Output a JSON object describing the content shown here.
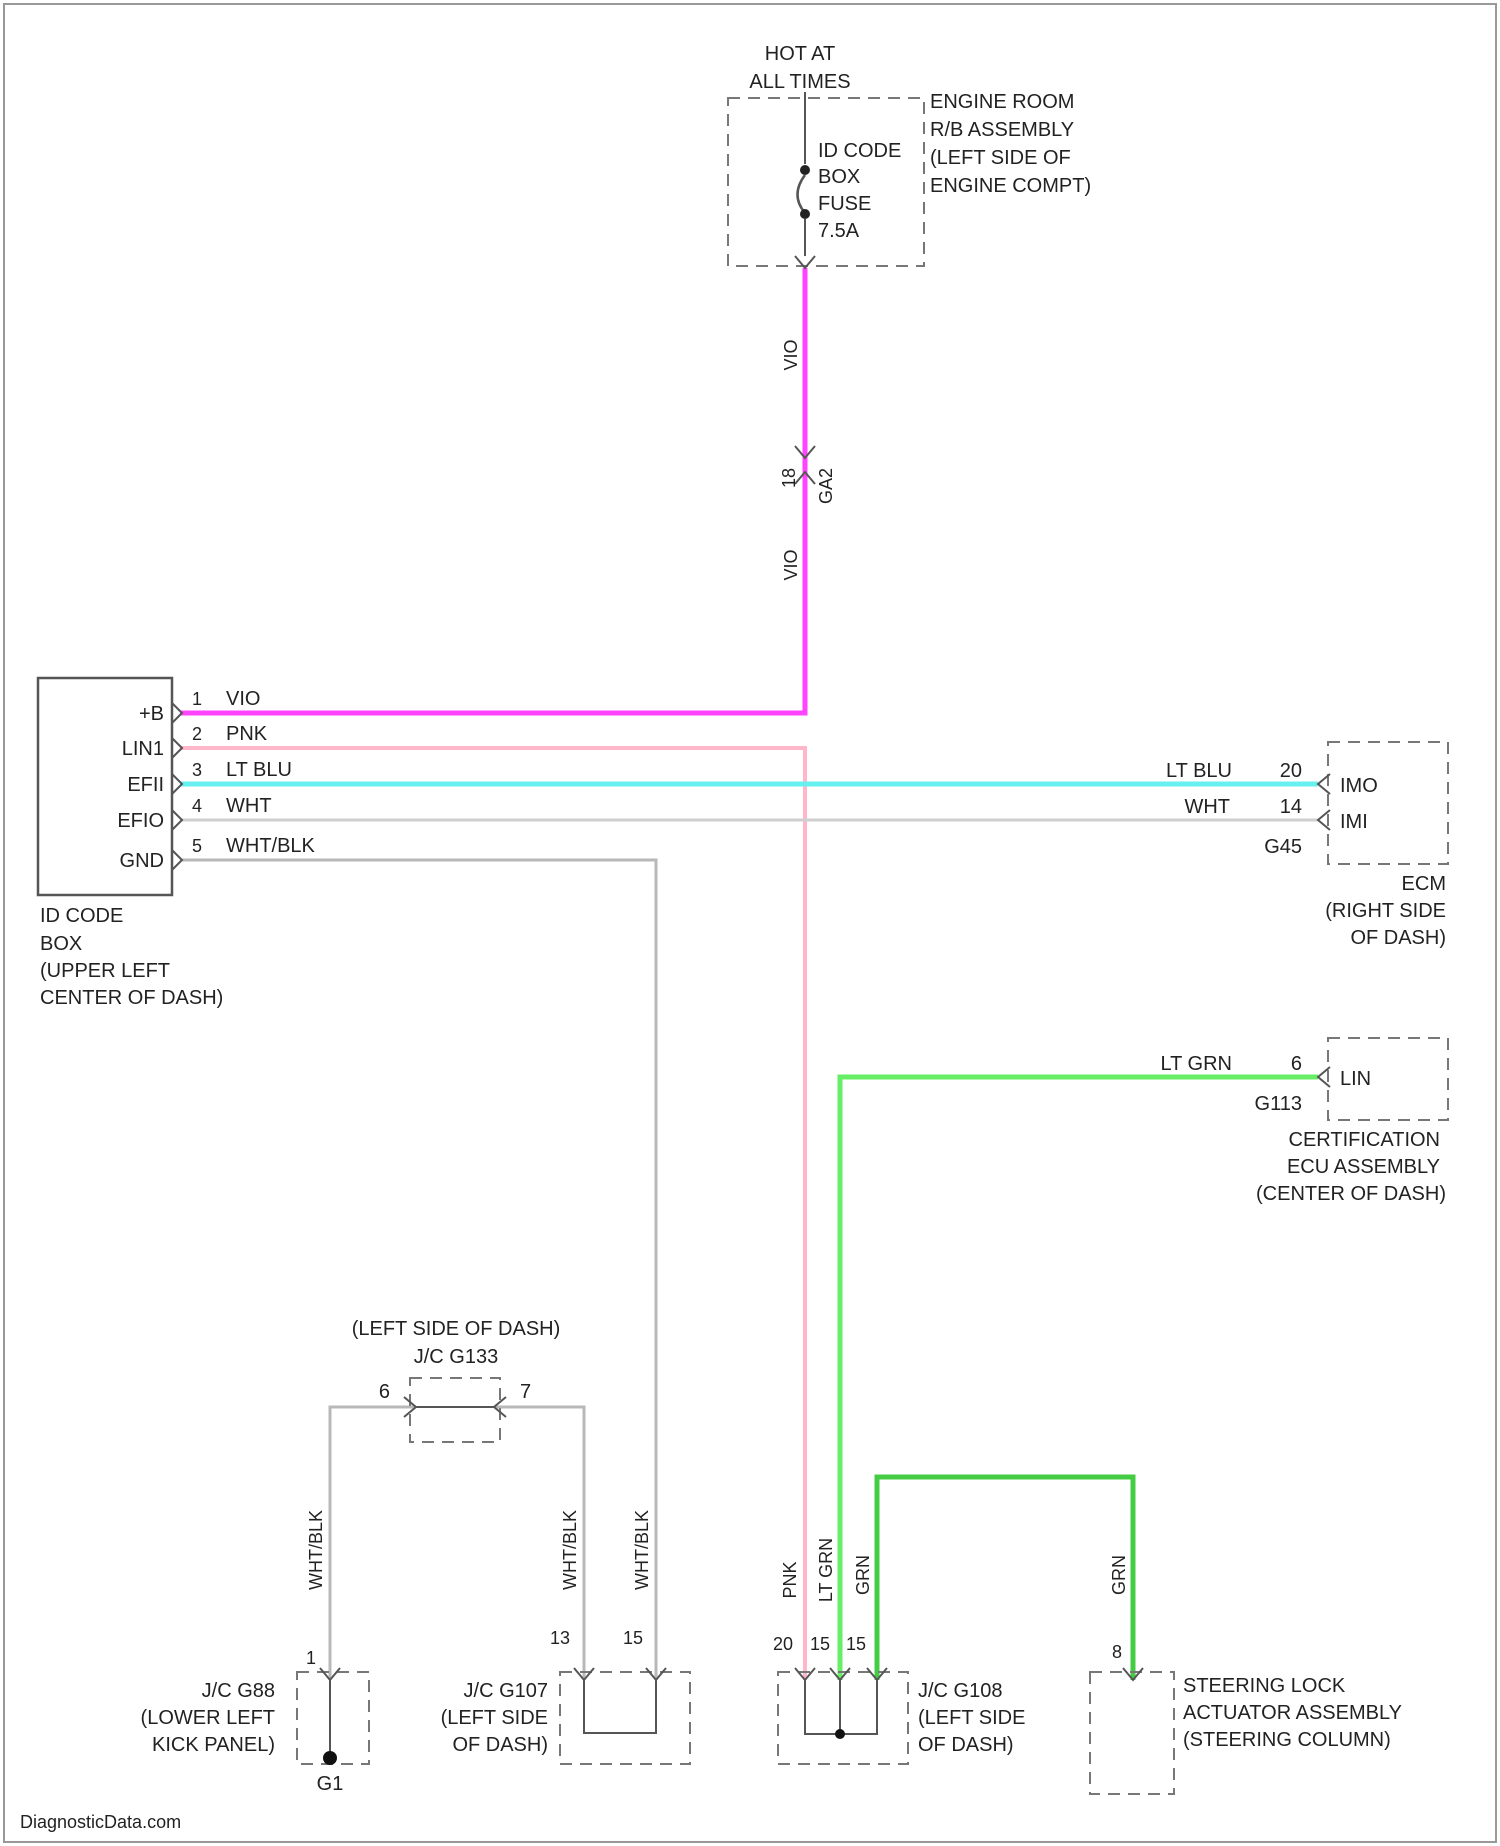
{
  "colors": {
    "vio": "#ff44ff",
    "pnk": "#ffb6c8",
    "ltblu": "#66f0f0",
    "wht": "#cfcfcf",
    "whtblk": "#b8b8b8",
    "ltgrn": "#66ee66",
    "grn": "#44cc44",
    "outline": "#555555"
  },
  "fuse_box": {
    "hot_label_1": "HOT AT",
    "hot_label_2": "ALL TIMES",
    "name_1": "ENGINE ROOM",
    "name_2": "R/B ASSEMBLY",
    "name_3": "(LEFT SIDE OF",
    "name_4": "ENGINE COMPT)",
    "fuse_1": "ID CODE",
    "fuse_2": "BOX",
    "fuse_3": "FUSE",
    "fuse_4": "7.5A"
  },
  "wire_labels": {
    "vio_upper": "VIO",
    "vio_lower": "VIO",
    "connector_pin": "18",
    "connector_code": "GA2"
  },
  "id_code_box": {
    "pins": [
      {
        "name": "+B",
        "num": "1",
        "color": "VIO"
      },
      {
        "name": "LIN1",
        "num": "2",
        "color": "PNK"
      },
      {
        "name": "EFII",
        "num": "3",
        "color": "LT BLU"
      },
      {
        "name": "EFIO",
        "num": "4",
        "color": "WHT"
      },
      {
        "name": "GND",
        "num": "5",
        "color": "WHT/BLK"
      }
    ],
    "caption_1": "ID CODE",
    "caption_2": "BOX",
    "caption_3": "(UPPER LEFT",
    "caption_4": "CENTER OF DASH)"
  },
  "ecm": {
    "pins": [
      {
        "name": "IMO",
        "num": "20",
        "color": "LT BLU"
      },
      {
        "name": "IMI",
        "num": "14",
        "color": "WHT"
      }
    ],
    "connector": "G45",
    "caption_1": "ECM",
    "caption_2": "(RIGHT SIDE",
    "caption_3": "OF DASH)"
  },
  "cert_ecu": {
    "pin_name": "LIN",
    "pin_num": "6",
    "wire_color": "LT GRN",
    "connector": "G113",
    "caption_1": "CERTIFICATION",
    "caption_2": "ECU ASSEMBLY",
    "caption_3": "(CENTER OF DASH)"
  },
  "jc_g133": {
    "title_1": "(LEFT SIDE OF DASH)",
    "title_2": "J/C G133",
    "pin_left": "6",
    "pin_right": "7"
  },
  "vertical_labels": {
    "whtblk_1": "WHT/BLK",
    "whtblk_2": "WHT/BLK",
    "whtblk_3": "WHT/BLK",
    "pnk": "PNK",
    "ltgrn": "LT GRN",
    "grn_1": "GRN",
    "grn_2": "GRN"
  },
  "jc_g88": {
    "pin": "1",
    "caption_1": "J/C G88",
    "caption_2": "(LOWER LEFT",
    "caption_3": "KICK PANEL)",
    "ground": "G1"
  },
  "jc_g107": {
    "pin_1": "13",
    "pin_2": "15",
    "caption_1": "J/C G107",
    "caption_2": "(LEFT SIDE",
    "caption_3": "OF DASH)"
  },
  "jc_g108": {
    "pin_1": "20",
    "pin_2": "15",
    "pin_3": "15",
    "caption_1": "J/C G108",
    "caption_2": "(LEFT SIDE",
    "caption_3": "OF DASH)"
  },
  "steering": {
    "pin": "8",
    "caption_1": "STEERING LOCK",
    "caption_2": "ACTUATOR ASSEMBLY",
    "caption_3": "(STEERING COLUMN)"
  },
  "footer": {
    "watermark": "DiagnosticData.com"
  }
}
